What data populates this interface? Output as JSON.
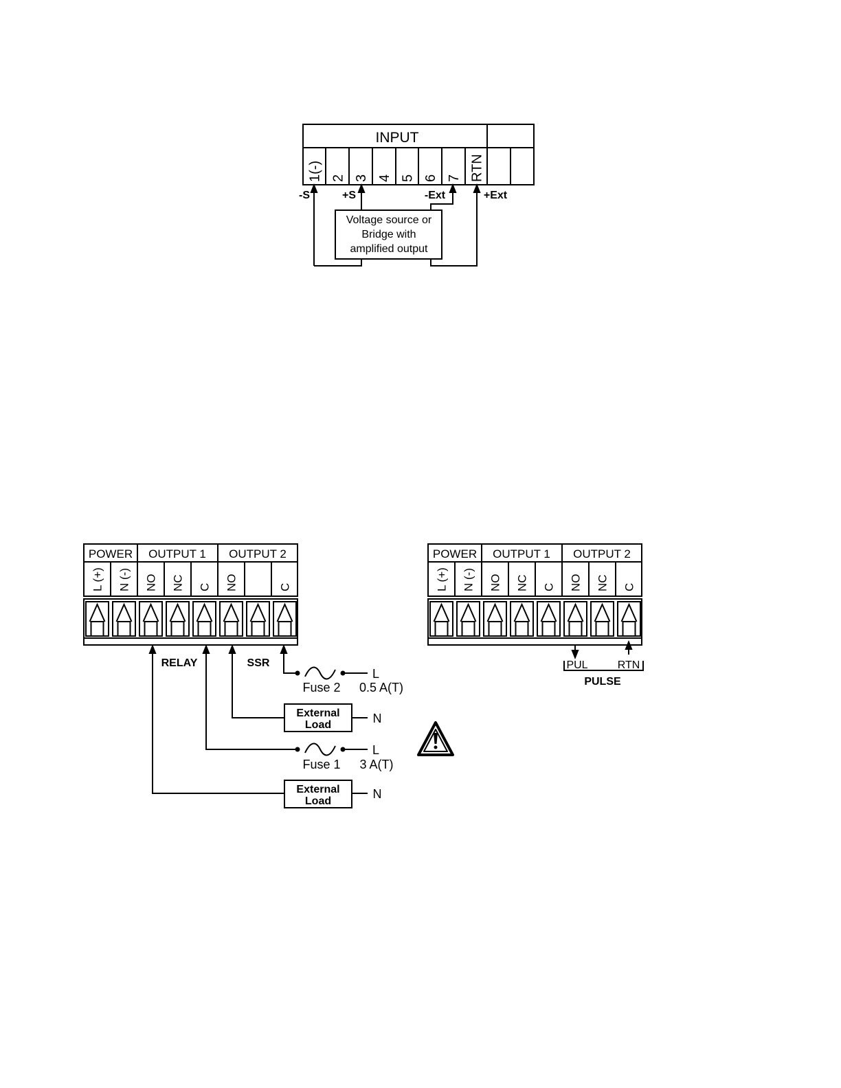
{
  "input_block": {
    "header": "INPUT",
    "terminals": [
      "1(-)",
      "2",
      "3",
      "4",
      "5",
      "6",
      "7",
      "RTN"
    ],
    "signal_labels": {
      "minus_s": "-S",
      "plus_s": "+S",
      "minus_ext": "-Ext",
      "plus_ext": "+Ext"
    },
    "source_box": [
      "Voltage source or",
      "Bridge with",
      "amplified output"
    ]
  },
  "left_block": {
    "headers": {
      "power": "POWER",
      "output1": "OUTPUT 1",
      "output2": "OUTPUT 2"
    },
    "terminals": [
      "L (+)",
      "N (-)",
      "NO",
      "NC",
      "C",
      "NO",
      "",
      "C"
    ],
    "labels": {
      "relay": "RELAY",
      "ssr": "SSR"
    },
    "fuse2": {
      "name": "Fuse 2",
      "rating": "0.5 A(T)",
      "line": "L"
    },
    "fuse1": {
      "name": "Fuse 1",
      "rating": "3 A(T)",
      "line": "L"
    },
    "load_top": {
      "line1": "External",
      "line2": "Load",
      "neutral": "N"
    },
    "load_bottom": {
      "line1": "External",
      "line2": "Load",
      "neutral": "N"
    }
  },
  "right_block": {
    "headers": {
      "power": "POWER",
      "output1": "OUTPUT 1",
      "output2": "OUTPUT 2"
    },
    "terminals": [
      "L (+)",
      "N (-)",
      "NO",
      "NC",
      "C",
      "NO",
      "NC",
      "C"
    ],
    "pulse": {
      "pul": "PUL",
      "rtn": "RTN",
      "label": "PULSE"
    }
  },
  "icons": {
    "warning": "warning-triangle-icon"
  }
}
